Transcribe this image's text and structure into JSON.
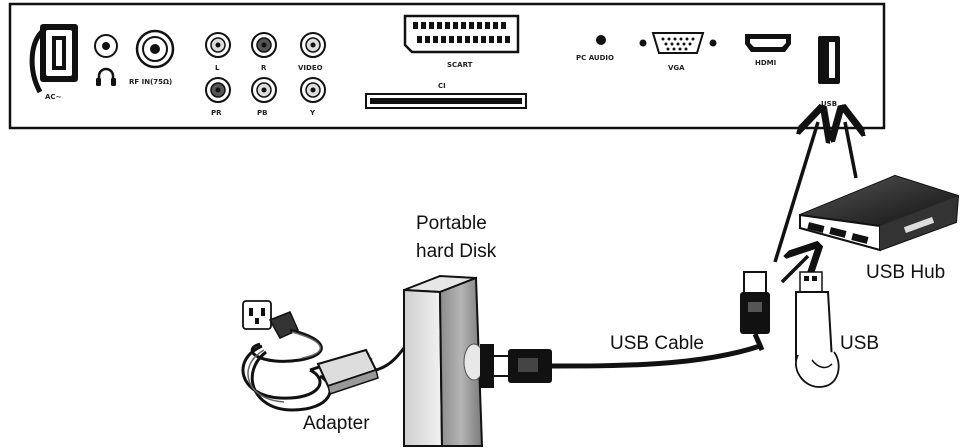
{
  "panel": {
    "ports": {
      "ac": "AC~",
      "rf_in": "RF IN(75Ω)",
      "l": "L",
      "r": "R",
      "video": "VIDEO",
      "pr": "PR",
      "pb": "PB",
      "y": "Y",
      "scart": "SCART",
      "ci": "CI",
      "pc_audio": "PC AUDIO",
      "vga": "VGA",
      "hdmi": "HDMI",
      "usb": "USB"
    }
  },
  "labels": {
    "portable_line1": "Portable",
    "portable_line2": "hard Disk",
    "usb_cable": "USB Cable",
    "usb_hub": "USB Hub",
    "usb": "USB",
    "adapter": "Adapter"
  },
  "colors": {
    "line": "#111111",
    "panel_fill": "#ffffff",
    "device_dark": "#1c1c1c",
    "disk_gray": "#9a9a9a"
  }
}
